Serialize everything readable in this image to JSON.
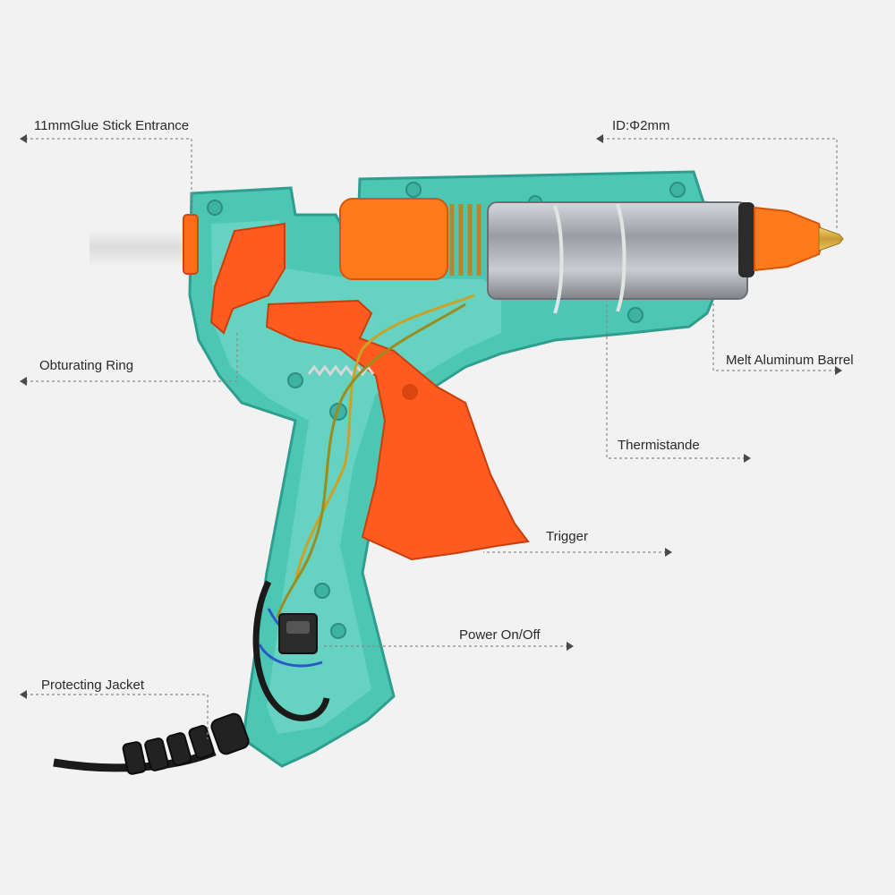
{
  "callouts": {
    "glue_stick_entrance": "11mmGlue Stick Entrance",
    "nozzle_id": "ID:Φ2mm",
    "obturating_ring": "Obturating Ring",
    "melt_aluminum_barrel": "Melt Aluminum Barrel",
    "thermistande": "Thermistande",
    "trigger": "Trigger",
    "power_on_off": "Power On/Off",
    "protecting_jacket": "Protecting Jacket"
  },
  "colors": {
    "background": "#f2f2f2",
    "body_teal": "#4cc7b4",
    "body_teal_dark": "#2f9e8e",
    "inner_teal": "#6fd6c6",
    "trigger_orange": "#ff5a1f",
    "cap_orange": "#ff7a1a",
    "barrel_silver": "#b8bcc2",
    "glue_stick": "#e6e6e6",
    "cable": "#1a1a1a",
    "leader_line": "#8a8a8a"
  }
}
